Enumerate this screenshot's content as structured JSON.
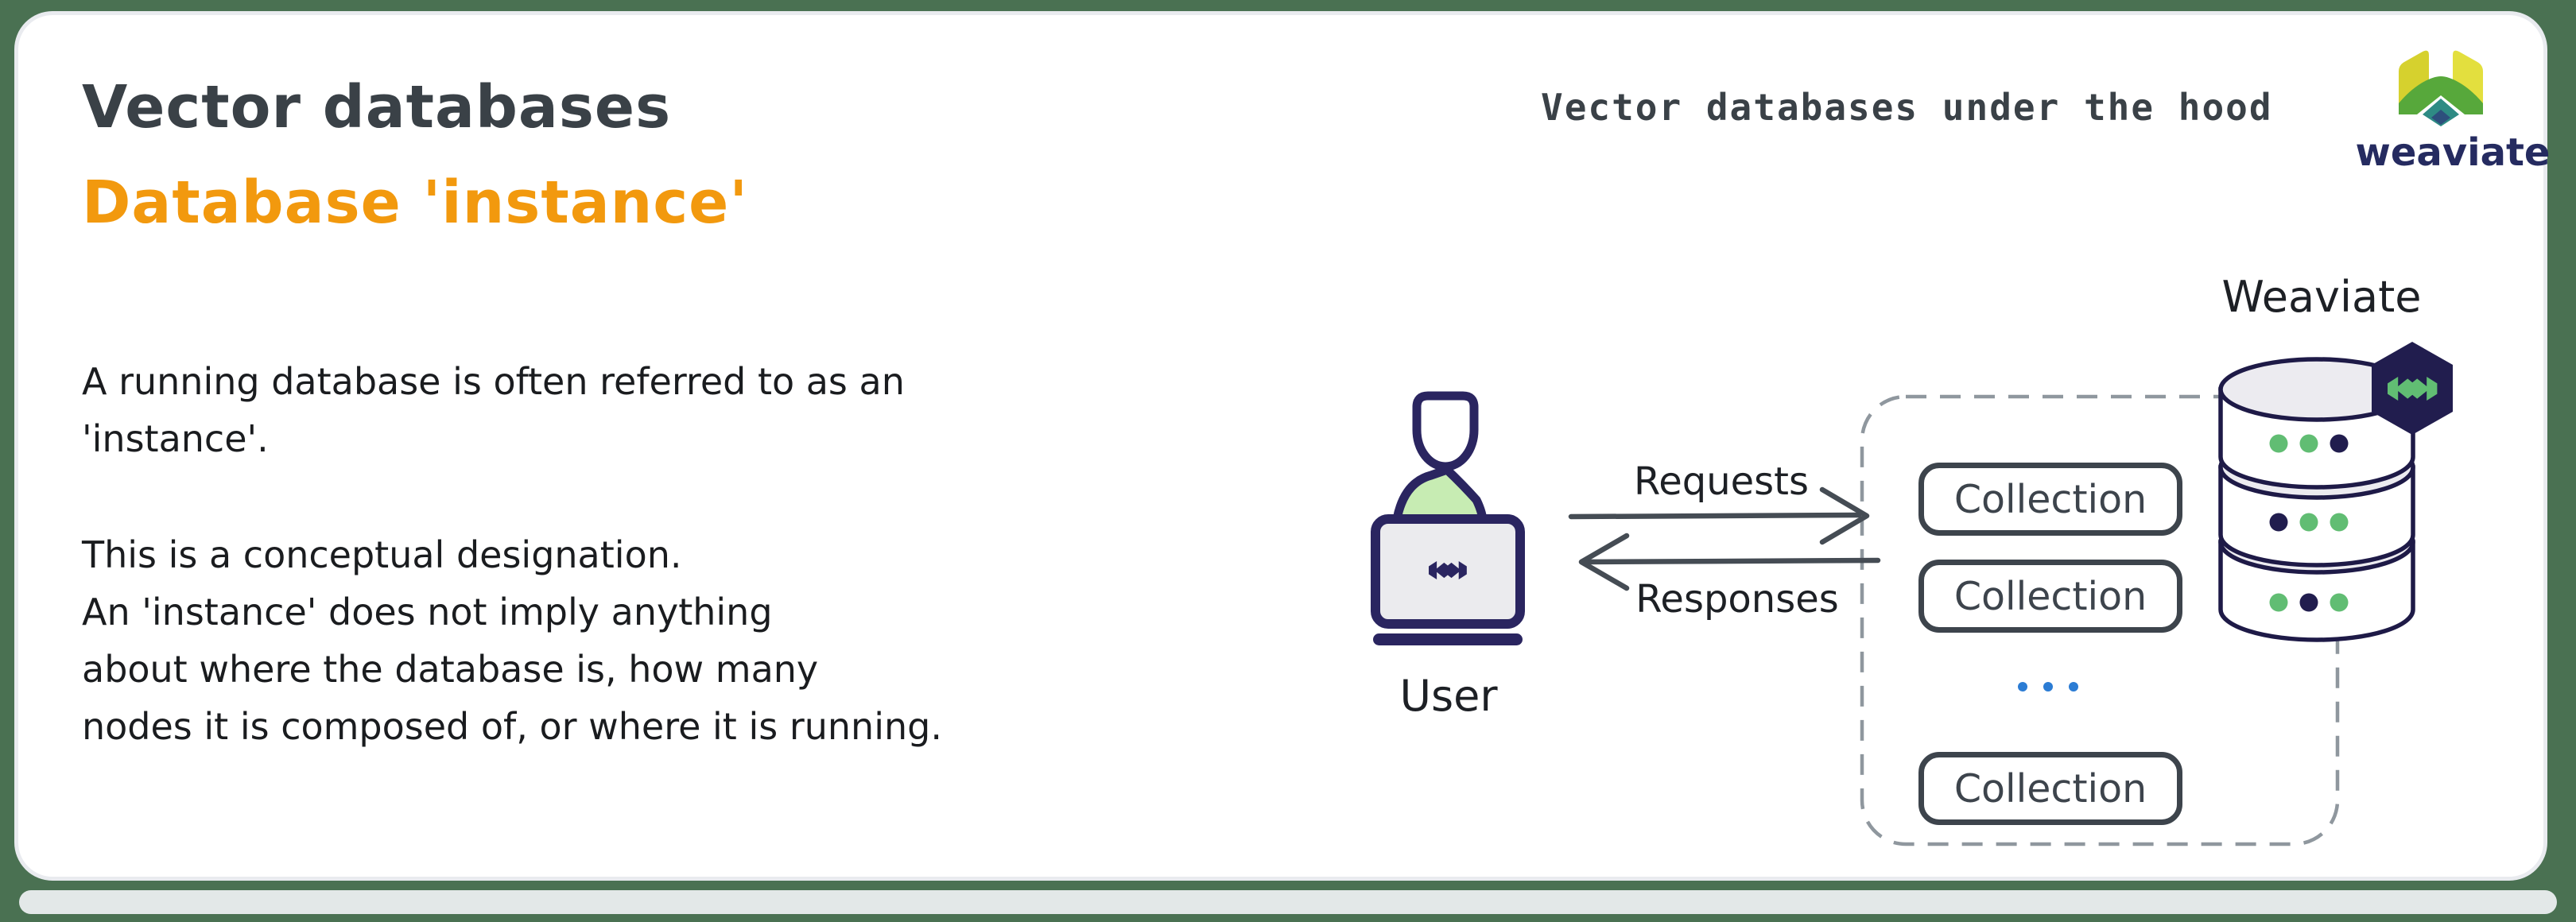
{
  "slide": {
    "title": "Vector databases",
    "subtitle": "Database 'instance'",
    "topic": "Vector databases under the hood",
    "paragraph1": [
      "A running database is often referred to as an",
      "'instance'."
    ],
    "paragraph2": [
      "This is a conceptual designation.",
      "An 'instance' does not imply anything",
      "about where the database is, how many",
      "nodes it is composed of, or where it is running."
    ]
  },
  "logo": {
    "wordmark": "weaviate"
  },
  "diagram": {
    "user_label": "User",
    "requests_label": "Requests",
    "responses_label": "Responses",
    "weaviate_label": "Weaviate",
    "collections": [
      "Collection",
      "Collection",
      "Collection"
    ]
  },
  "colors": {
    "background_green": "#4a7152",
    "accent_orange": "#f2990e",
    "title_gray": "#3a4147",
    "navy": "#211d4e",
    "outline_navy": "#2a2560",
    "green_accent": "#61bd73",
    "light_green": "#c7ecb3",
    "slate": "#3d444c",
    "blue_dots": "#2b7cd4",
    "dashed_gray": "#8f979e",
    "laptop_gray": "#ebebee",
    "cylinder_top_gray": "#ecebf0"
  }
}
